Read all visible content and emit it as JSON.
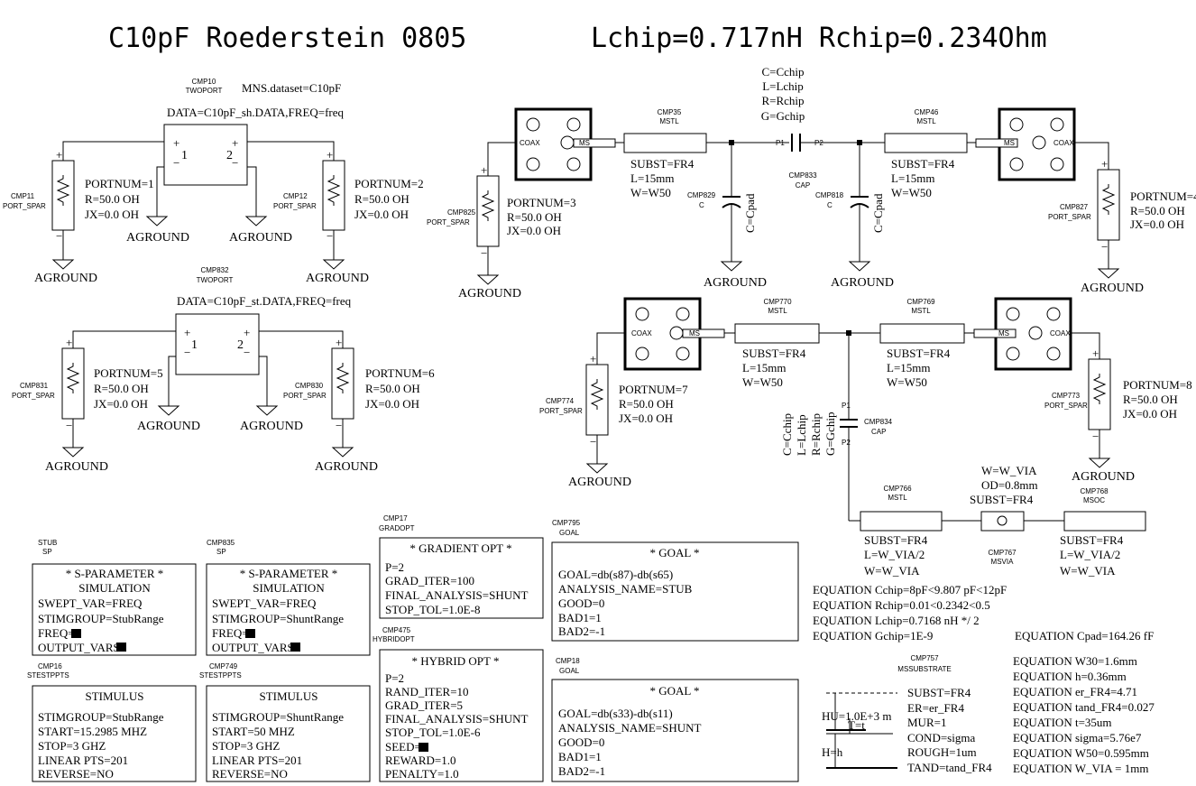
{
  "titles": {
    "left": "C10pF Roederstein 0805",
    "right": "Lchip=0.717nH Rchip=0.234Ohm"
  },
  "ground_label": "AGROUND",
  "port_type": "PORT_SPAR",
  "pin_labels": {
    "one": "1",
    "two": "2",
    "p1": "P1",
    "p2": "P2",
    "coax": "COAX",
    "ms": "MS"
  },
  "cmp10": {
    "id": "CMP10",
    "type": "TWOPORT",
    "dataset": "MNS.dataset=C10pF",
    "data": "DATA=C10pF_sh.DATA,FREQ=freq"
  },
  "cmp832": {
    "id": "CMP832",
    "type": "TWOPORT",
    "data": "DATA=C10pF_st.DATA,FREQ=freq"
  },
  "ports": {
    "cmp11": {
      "id": "CMP11",
      "num": "PORTNUM=1",
      "r": "R=50.0 OH",
      "jx": "JX=0.0 OH"
    },
    "cmp12": {
      "id": "CMP12",
      "num": "PORTNUM=2",
      "r": "R=50.0 OH",
      "jx": "JX=0.0 OH"
    },
    "cmp831": {
      "id": "CMP831",
      "num": "PORTNUM=5",
      "r": "R=50.0 OH",
      "jx": "JX=0.0 OH"
    },
    "cmp830": {
      "id": "CMP830",
      "num": "PORTNUM=6",
      "r": "R=50.0 OH",
      "jx": "JX=0.0 OH"
    },
    "cmp825": {
      "id": "CMP825",
      "num": "PORTNUM=3",
      "r": "R=50.0 OH",
      "jx": "JX=0.0 OH"
    },
    "cmp827": {
      "id": "CMP827",
      "num": "PORTNUM=4",
      "r": "R=50.0 OH",
      "jx": "JX=0.0 OH"
    },
    "cmp774": {
      "id": "CMP774",
      "num": "PORTNUM=7",
      "r": "R=50.0 OH",
      "jx": "JX=0.0 OH"
    },
    "cmp773": {
      "id": "CMP773",
      "num": "PORTNUM=8",
      "r": "R=50.0 OH",
      "jx": "JX=0.0 OH"
    }
  },
  "lines": {
    "cmp35": {
      "id": "CMP35",
      "type": "MSTL",
      "subst": "SUBST=FR4",
      "l": "L=15mm",
      "w": "W=W50"
    },
    "cmp46": {
      "id": "CMP46",
      "type": "MSTL",
      "subst": "SUBST=FR4",
      "l": "L=15mm",
      "w": "W=W50"
    },
    "cmp770": {
      "id": "CMP770",
      "type": "MSTL",
      "subst": "SUBST=FR4",
      "l": "L=15mm",
      "w": "W=W50"
    },
    "cmp769": {
      "id": "CMP769",
      "type": "MSTL",
      "subst": "SUBST=FR4",
      "l": "L=15mm",
      "w": "W=W50"
    },
    "cmp766": {
      "id": "CMP766",
      "type": "MSTL",
      "subst": "SUBST=FR4",
      "l": "L=W_VIA/2",
      "w": "W=W_VIA"
    },
    "cmp768": {
      "id": "CMP768",
      "type": "MSOC",
      "subst": "SUBST=FR4",
      "l": "L=W_VIA/2",
      "w": "W=W_VIA"
    }
  },
  "cap_params": {
    "c": "C=Cchip",
    "l": "L=Lchip",
    "r": "R=Rchip",
    "g": "G=Gchip"
  },
  "cmp833": {
    "id": "CMP833",
    "type": "CAP"
  },
  "cmp834": {
    "id": "CMP834",
    "type": "CAP"
  },
  "cmp829": {
    "id": "CMP829",
    "type": "C",
    "value": "C=Cpad"
  },
  "cmp818": {
    "id": "CMP818",
    "type": "C",
    "value": "C=Cpad"
  },
  "via": {
    "id": "CMP767",
    "type": "MSVIA",
    "w": "W=W_VIA",
    "od": "OD=0.8mm",
    "subst": "SUBST=FR4"
  },
  "stub_sp": {
    "id": "STUB",
    "type": "SP",
    "title": "* S-PARAMETER *",
    "subtitle": "SIMULATION",
    "lines": [
      "SWEPT_VAR=FREQ",
      "STIMGROUP=StubRange",
      "FREQ=",
      "OUTPUT_VARS="
    ]
  },
  "cmp835": {
    "id": "CMP835",
    "type": "SP",
    "title": "* S-PARAMETER *",
    "subtitle": "SIMULATION",
    "lines": [
      "SWEPT_VAR=FREQ",
      "STIMGROUP=ShuntRange",
      "FREQ=",
      "OUTPUT_VARS="
    ]
  },
  "cmp16": {
    "id": "CMP16",
    "type": "STESTPPTS",
    "title": "STIMULUS",
    "lines": [
      "STIMGROUP=StubRange",
      "START=15.2985 MHZ",
      "STOP=3 GHZ",
      "LINEAR PTS=201",
      "REVERSE=NO"
    ]
  },
  "cmp749": {
    "id": "CMP749",
    "type": "STESTPPTS",
    "title": "STIMULUS",
    "lines": [
      "STIMGROUP=ShuntRange",
      "START=50 MHZ",
      "STOP=3 GHZ",
      "LINEAR PTS=201",
      "REVERSE=NO"
    ]
  },
  "cmp17": {
    "id": "CMP17",
    "type": "GRADOPT",
    "title": "* GRADIENT OPT *",
    "lines": [
      "P=2",
      "GRAD_ITER=100",
      "FINAL_ANALYSIS=SHUNT",
      "STOP_TOL=1.0E-8"
    ]
  },
  "cmp475": {
    "id": "CMP475",
    "type": "HYBRIDOPT",
    "title": "* HYBRID OPT *",
    "lines": [
      "P=2",
      "RAND_ITER=10",
      "GRAD_ITER=5",
      "FINAL_ANALYSIS=SHUNT",
      "STOP_TOL=1.0E-6",
      "SEED=",
      "REWARD=1.0",
      "PENALTY=1.0"
    ]
  },
  "cmp795": {
    "id": "CMP795",
    "type": "GOAL",
    "title": "* GOAL *",
    "lines": [
      "GOAL=db(s87)-db(s65)",
      "ANALYSIS_NAME=STUB",
      "GOOD=0",
      "BAD1=1",
      "BAD2=-1"
    ]
  },
  "cmp18": {
    "id": "CMP18",
    "type": "GOAL",
    "title": "* GOAL *",
    "lines": [
      "GOAL=db(s33)-db(s11)",
      "ANALYSIS_NAME=SHUNT",
      "GOOD=0",
      "BAD1=1",
      "BAD2=-1"
    ]
  },
  "equations_left": [
    "EQUATION Cchip=8pF<9.807 pF<12pF",
    "EQUATION Rchip=0.01<0.2342<0.5",
    "EQUATION Lchip=0.7168 nH */ 2",
    "EQUATION Gchip=1E-9"
  ],
  "equation_cpad": "EQUATION Cpad=164.26 fF",
  "equations_right": [
    "EQUATION W30=1.6mm",
    "EQUATION h=0.36mm",
    "EQUATION er_FR4=4.71",
    "EQUATION tand_FR4=0.027",
    "EQUATION t=35um",
    "EQUATION sigma=5.76e7",
    "EQUATION W50=0.595mm",
    "EQUATION W_VIA = 1mm"
  ],
  "substrate": {
    "id": "CMP757",
    "type": "MSSUBSTRATE",
    "hu": "HU=1.0E+3 m",
    "t": "T=t",
    "h": "H=h",
    "lines": [
      "SUBST=FR4",
      "ER=er_FR4",
      "MUR=1",
      "COND=sigma",
      "ROUGH=1um",
      "TAND=tand_FR4"
    ]
  }
}
